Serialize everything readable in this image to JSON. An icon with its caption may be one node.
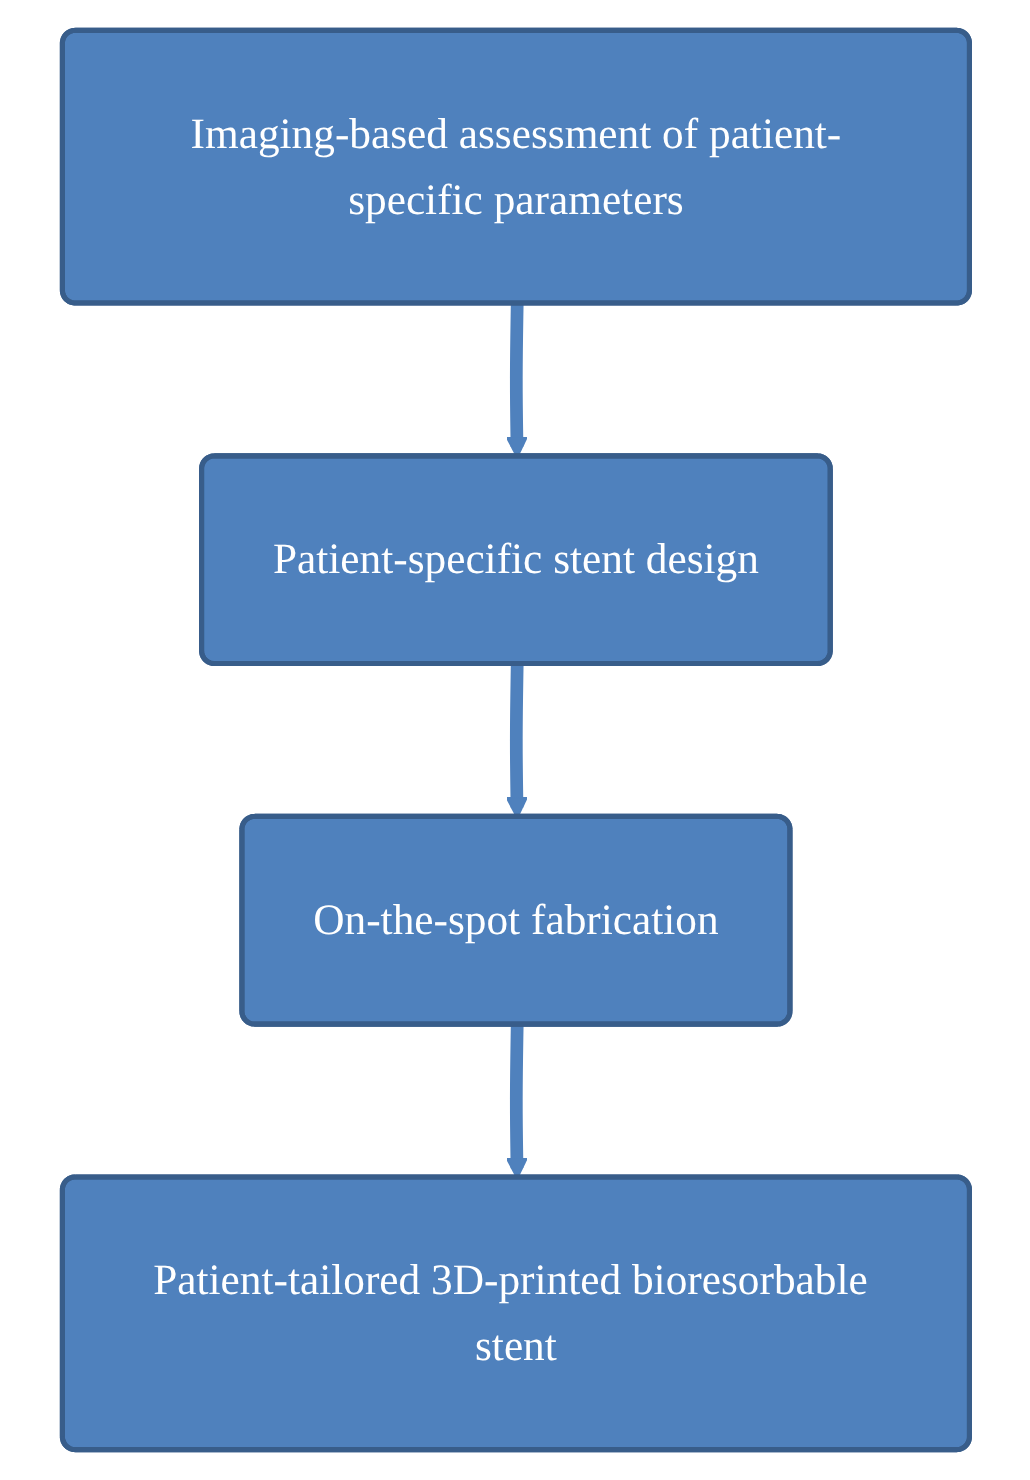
{
  "diagram": {
    "nodes": [
      {
        "text": [
          "Imaging-based assessment of patient-specific parameters"
        ]
      },
      {
        "text": [
          "Patient-specific stent design"
        ]
      },
      {
        "text": [
          "On-the-spot fabrication"
        ]
      },
      {
        "text": [
          "Patient-tailored 3D-printed bioresorbable stent"
        ]
      }
    ],
    "edges": [
      {
        "from": 0,
        "to": 1,
        "arrow": "to"
      },
      {
        "from": 1,
        "to": 2,
        "arrow": "to"
      },
      {
        "from": 2,
        "to": 3,
        "arrow": "to"
      }
    ]
  }
}
